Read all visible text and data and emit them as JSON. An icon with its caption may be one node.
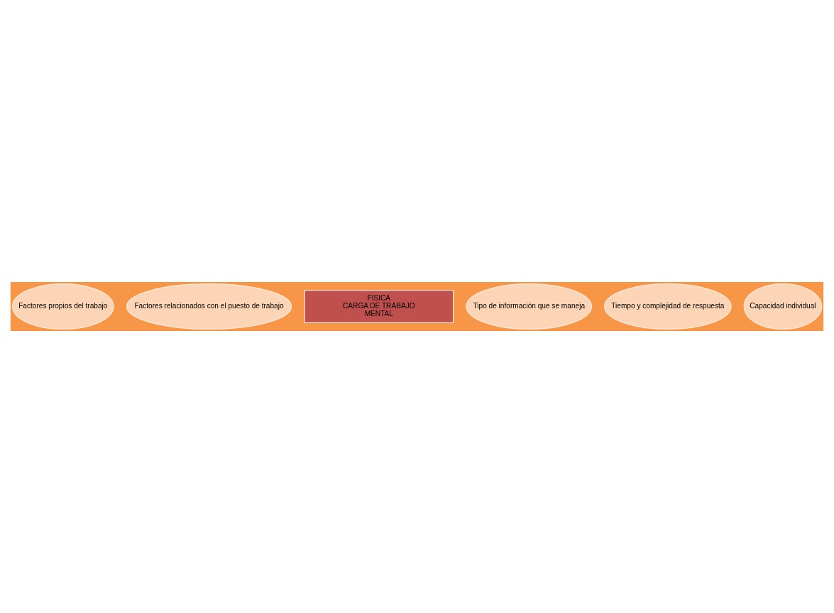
{
  "diagram": {
    "nodes": [
      {
        "text": [
          "Factores propios del trabajo"
        ]
      },
      {
        "text": [
          "Factores relacionados con el puesto de trabajo"
        ]
      },
      {
        "text": [
          "FISICA",
          "CARGA DE TRABAJO",
          "MENTAL"
        ]
      },
      {
        "text": [
          "Tipo de información que se maneja"
        ]
      },
      {
        "text": [
          "Tiempo y complejidad de respuesta"
        ]
      },
      {
        "text": [
          "Capacidad individual"
        ]
      }
    ]
  }
}
